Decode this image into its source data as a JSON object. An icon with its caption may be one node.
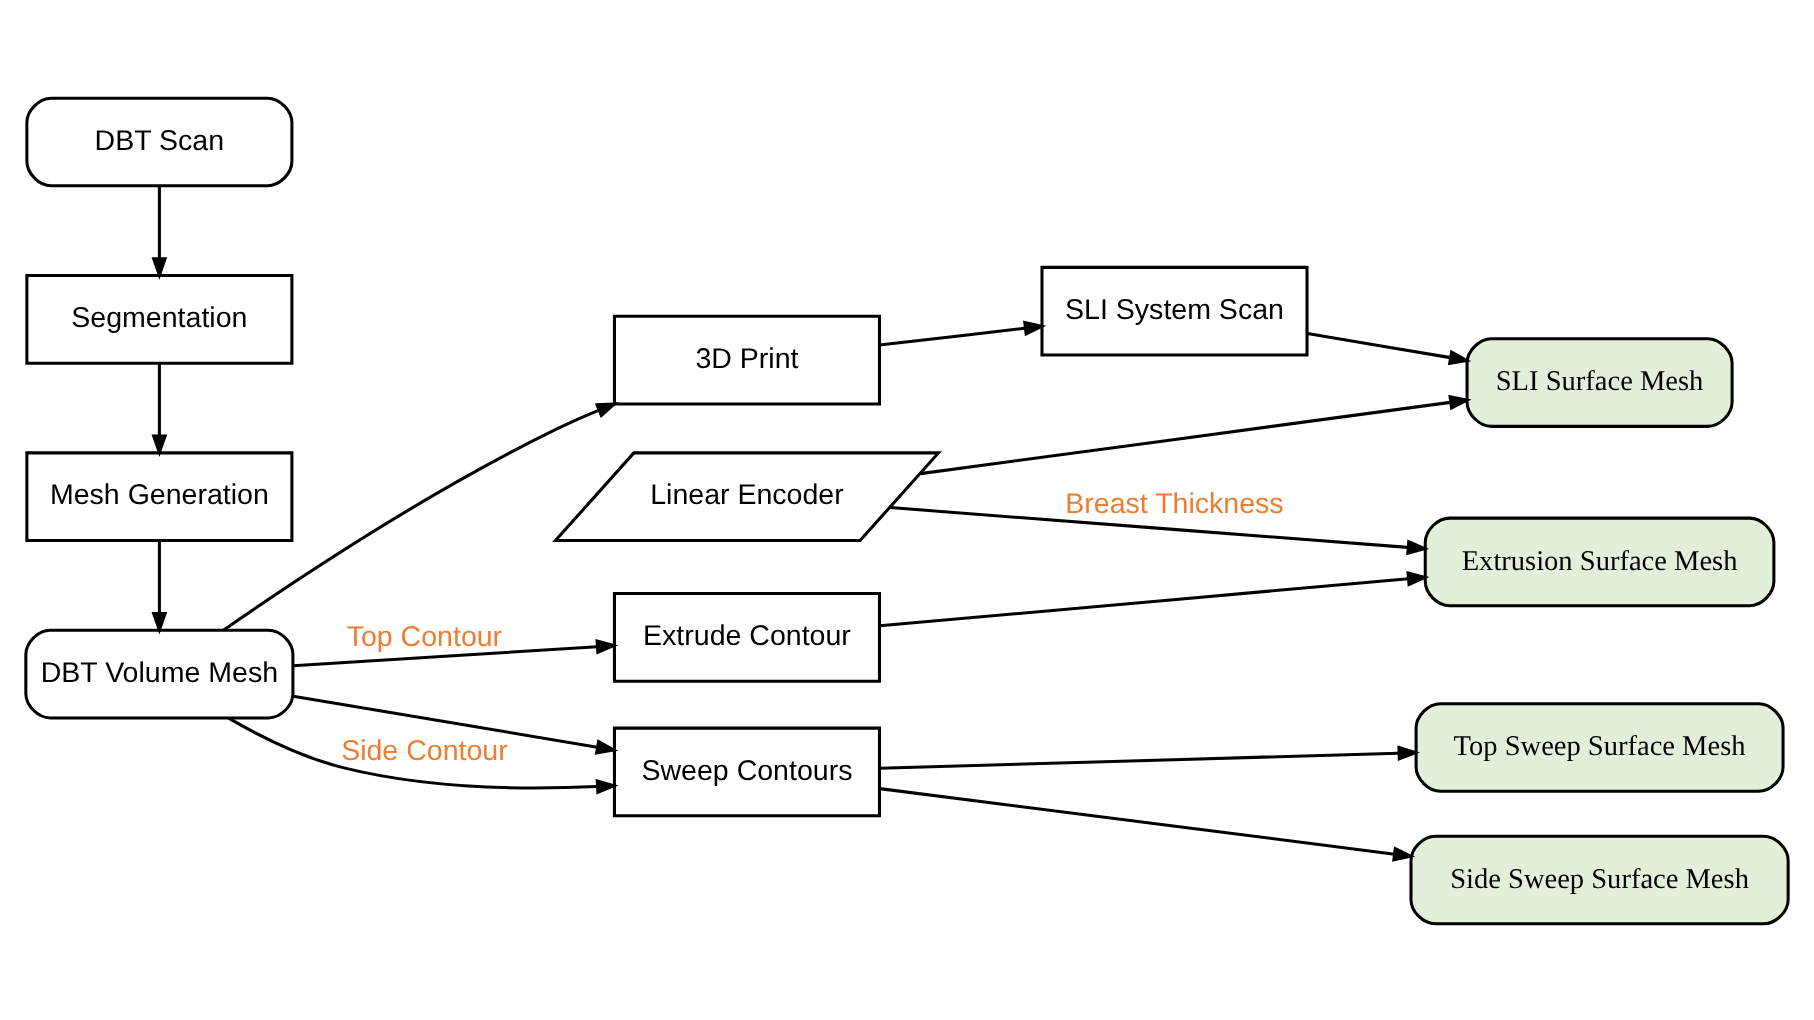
{
  "diagram": {
    "nodes": [
      {
        "text": [
          "DBT Scan"
        ]
      },
      {
        "text": [
          "Segmentation"
        ]
      },
      {
        "text": [
          "Mesh Generation"
        ]
      },
      {
        "text": [
          "DBT Volume Mesh"
        ]
      },
      {
        "text": [
          "3D Print"
        ]
      },
      {
        "text": [
          "SLI System Scan"
        ]
      },
      {
        "text": [
          "Linear Encoder"
        ]
      },
      {
        "text": [
          "Extrude Contour"
        ]
      },
      {
        "text": [
          "Sweep Contours"
        ]
      },
      {
        "text": [
          "SLI Surface Mesh"
        ]
      },
      {
        "text": [
          "Extrusion Surface Mesh"
        ]
      },
      {
        "text": [
          "Top Sweep Surface Mesh"
        ]
      },
      {
        "text": [
          "Side Sweep Surface Mesh"
        ]
      }
    ],
    "edges": [
      {
        "from": 0,
        "to": 1,
        "arrow": "to"
      },
      {
        "from": 1,
        "to": 2,
        "arrow": "to"
      },
      {
        "from": 2,
        "to": 3,
        "arrow": "to"
      },
      {
        "from": 3,
        "to": 4,
        "arrow": "to"
      },
      {
        "from": 4,
        "to": 5,
        "arrow": "to"
      },
      {
        "from": 5,
        "to": 9,
        "arrow": "to"
      },
      {
        "from": 6,
        "to": 9,
        "arrow": "to"
      },
      {
        "from": 6,
        "to": 10,
        "label": "Breast Thickness",
        "arrow": "to"
      },
      {
        "from": 3,
        "to": 7,
        "label": "Top Contour",
        "arrow": "to"
      },
      {
        "from": 3,
        "to": 8,
        "arrow": "to"
      },
      {
        "from": 3,
        "to": 8,
        "label": "Side Contour",
        "arrow": "to"
      },
      {
        "from": 7,
        "to": 10,
        "arrow": "to"
      },
      {
        "from": 8,
        "to": 11,
        "arrow": "to"
      },
      {
        "from": 8,
        "to": 12,
        "arrow": "to"
      }
    ]
  }
}
